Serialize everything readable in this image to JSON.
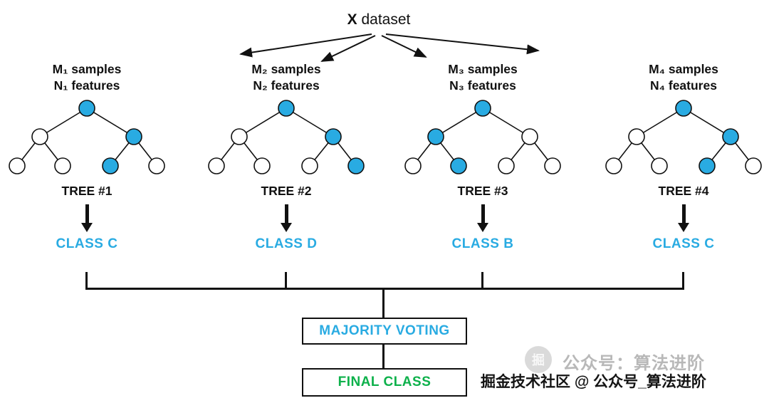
{
  "colors": {
    "node_filled": "#29ABE2",
    "node_empty": "#FFFFFF",
    "class_text": "#29ABE2",
    "final_text": "#0DB14B",
    "line": "#111111"
  },
  "dataset": {
    "bold": "X",
    "rest": " dataset"
  },
  "trees": [
    {
      "samples_label": "M₁ samples",
      "features_label": "N₁ features",
      "tree_label": "TREE #1",
      "class_label": "CLASS C",
      "node_fills": [
        "#29ABE2",
        "#FFFFFF",
        "#29ABE2",
        "#FFFFFF",
        "#FFFFFF",
        "#29ABE2",
        "#FFFFFF"
      ]
    },
    {
      "samples_label": "M₂ samples",
      "features_label": "N₂ features",
      "tree_label": "TREE #2",
      "class_label": "CLASS D",
      "node_fills": [
        "#29ABE2",
        "#FFFFFF",
        "#29ABE2",
        "#FFFFFF",
        "#FFFFFF",
        "#FFFFFF",
        "#29ABE2"
      ]
    },
    {
      "samples_label": "M₃ samples",
      "features_label": "N₃ features",
      "tree_label": "TREE #3",
      "class_label": "CLASS B",
      "node_fills": [
        "#29ABE2",
        "#29ABE2",
        "#FFFFFF",
        "#FFFFFF",
        "#29ABE2",
        "#FFFFFF",
        "#FFFFFF"
      ]
    },
    {
      "samples_label": "M₄ samples",
      "features_label": "N₄ features",
      "tree_label": "TREE #4",
      "class_label": "CLASS C",
      "node_fills": [
        "#29ABE2",
        "#FFFFFF",
        "#29ABE2",
        "#FFFFFF",
        "#FFFFFF",
        "#29ABE2",
        "#FFFFFF"
      ]
    }
  ],
  "majority_voting_label": "MAJORITY VOTING",
  "final_class_label": "FINAL CLASS",
  "watermark": {
    "faint_text": "公众号：算法进阶",
    "logo_glyph": "掘",
    "dark_text": "掘金技术社区 @ 公众号_算法进阶"
  }
}
